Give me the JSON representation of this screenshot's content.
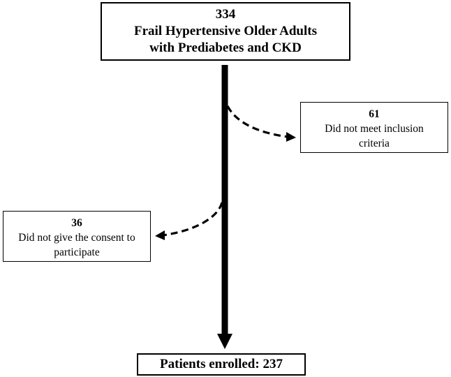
{
  "flowchart": {
    "top": {
      "count": "334",
      "line1": "Frail Hypertensive Older Adults",
      "line2": "with Prediabetes and CKD"
    },
    "exclusion_right": {
      "count": "61",
      "line1": "Did not meet inclusion",
      "line2": "criteria"
    },
    "exclusion_left": {
      "count": "36",
      "line1": "Did not give the consent to",
      "line2": "participate"
    },
    "enrolled": {
      "label": "Patients enrolled: 237"
    }
  }
}
